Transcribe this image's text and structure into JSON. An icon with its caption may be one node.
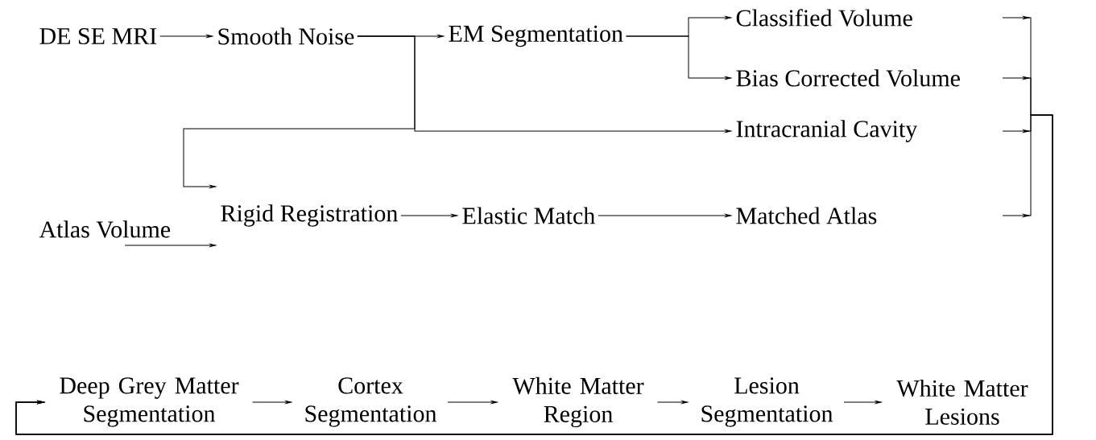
{
  "diagram": {
    "nodes": [
      {
        "text": [
          "DE SE MRI"
        ]
      },
      {
        "text": [
          "Smooth Noise"
        ]
      },
      {
        "text": [
          "EM Segmentation"
        ]
      },
      {
        "text": [
          "Classified Volume"
        ]
      },
      {
        "text": [
          "Bias Corrected Volume"
        ]
      },
      {
        "text": [
          "Intracranial Cavity"
        ]
      },
      {
        "text": [
          "Atlas Volume"
        ]
      },
      {
        "text": [
          "Rigid Registration"
        ]
      },
      {
        "text": [
          "Elastic Match"
        ]
      },
      {
        "text": [
          "Matched Atlas"
        ]
      },
      {
        "text": [
          "Deep Grey Matter Segmentation"
        ]
      },
      {
        "text": [
          "Cortex Segmentation"
        ]
      },
      {
        "text": [
          "White Matter Region"
        ]
      },
      {
        "text": [
          "Lesion Segmentation"
        ]
      },
      {
        "text": [
          "White Matter Lesions"
        ]
      }
    ],
    "edges": [
      {
        "from": 0,
        "to": 1,
        "arrow": "to"
      },
      {
        "from": 1,
        "to": 2,
        "arrow": "to"
      },
      {
        "from": 1,
        "to": 5,
        "arrow": "to"
      },
      {
        "from": 1,
        "to": 7,
        "arrow": "to"
      },
      {
        "from": 2,
        "to": 3,
        "arrow": "to"
      },
      {
        "from": 2,
        "to": 4,
        "arrow": "to"
      },
      {
        "from": 6,
        "to": 7,
        "arrow": "to"
      },
      {
        "from": 7,
        "to": 8,
        "arrow": "to"
      },
      {
        "from": 8,
        "to": 9,
        "arrow": "to"
      },
      {
        "from": null,
        "to": 10,
        "arrow": "to"
      },
      {
        "from": null,
        "to": 10,
        "arrow": "to"
      },
      {
        "from": null,
        "to": 10,
        "arrow": "to"
      },
      {
        "from": null,
        "to": 10,
        "arrow": "to"
      },
      {
        "from": 10,
        "to": 11,
        "arrow": "to"
      },
      {
        "from": 11,
        "to": 12,
        "arrow": "to"
      },
      {
        "from": 12,
        "to": 13,
        "arrow": "to"
      },
      {
        "from": 13,
        "to": 14,
        "arrow": "to"
      }
    ]
  }
}
